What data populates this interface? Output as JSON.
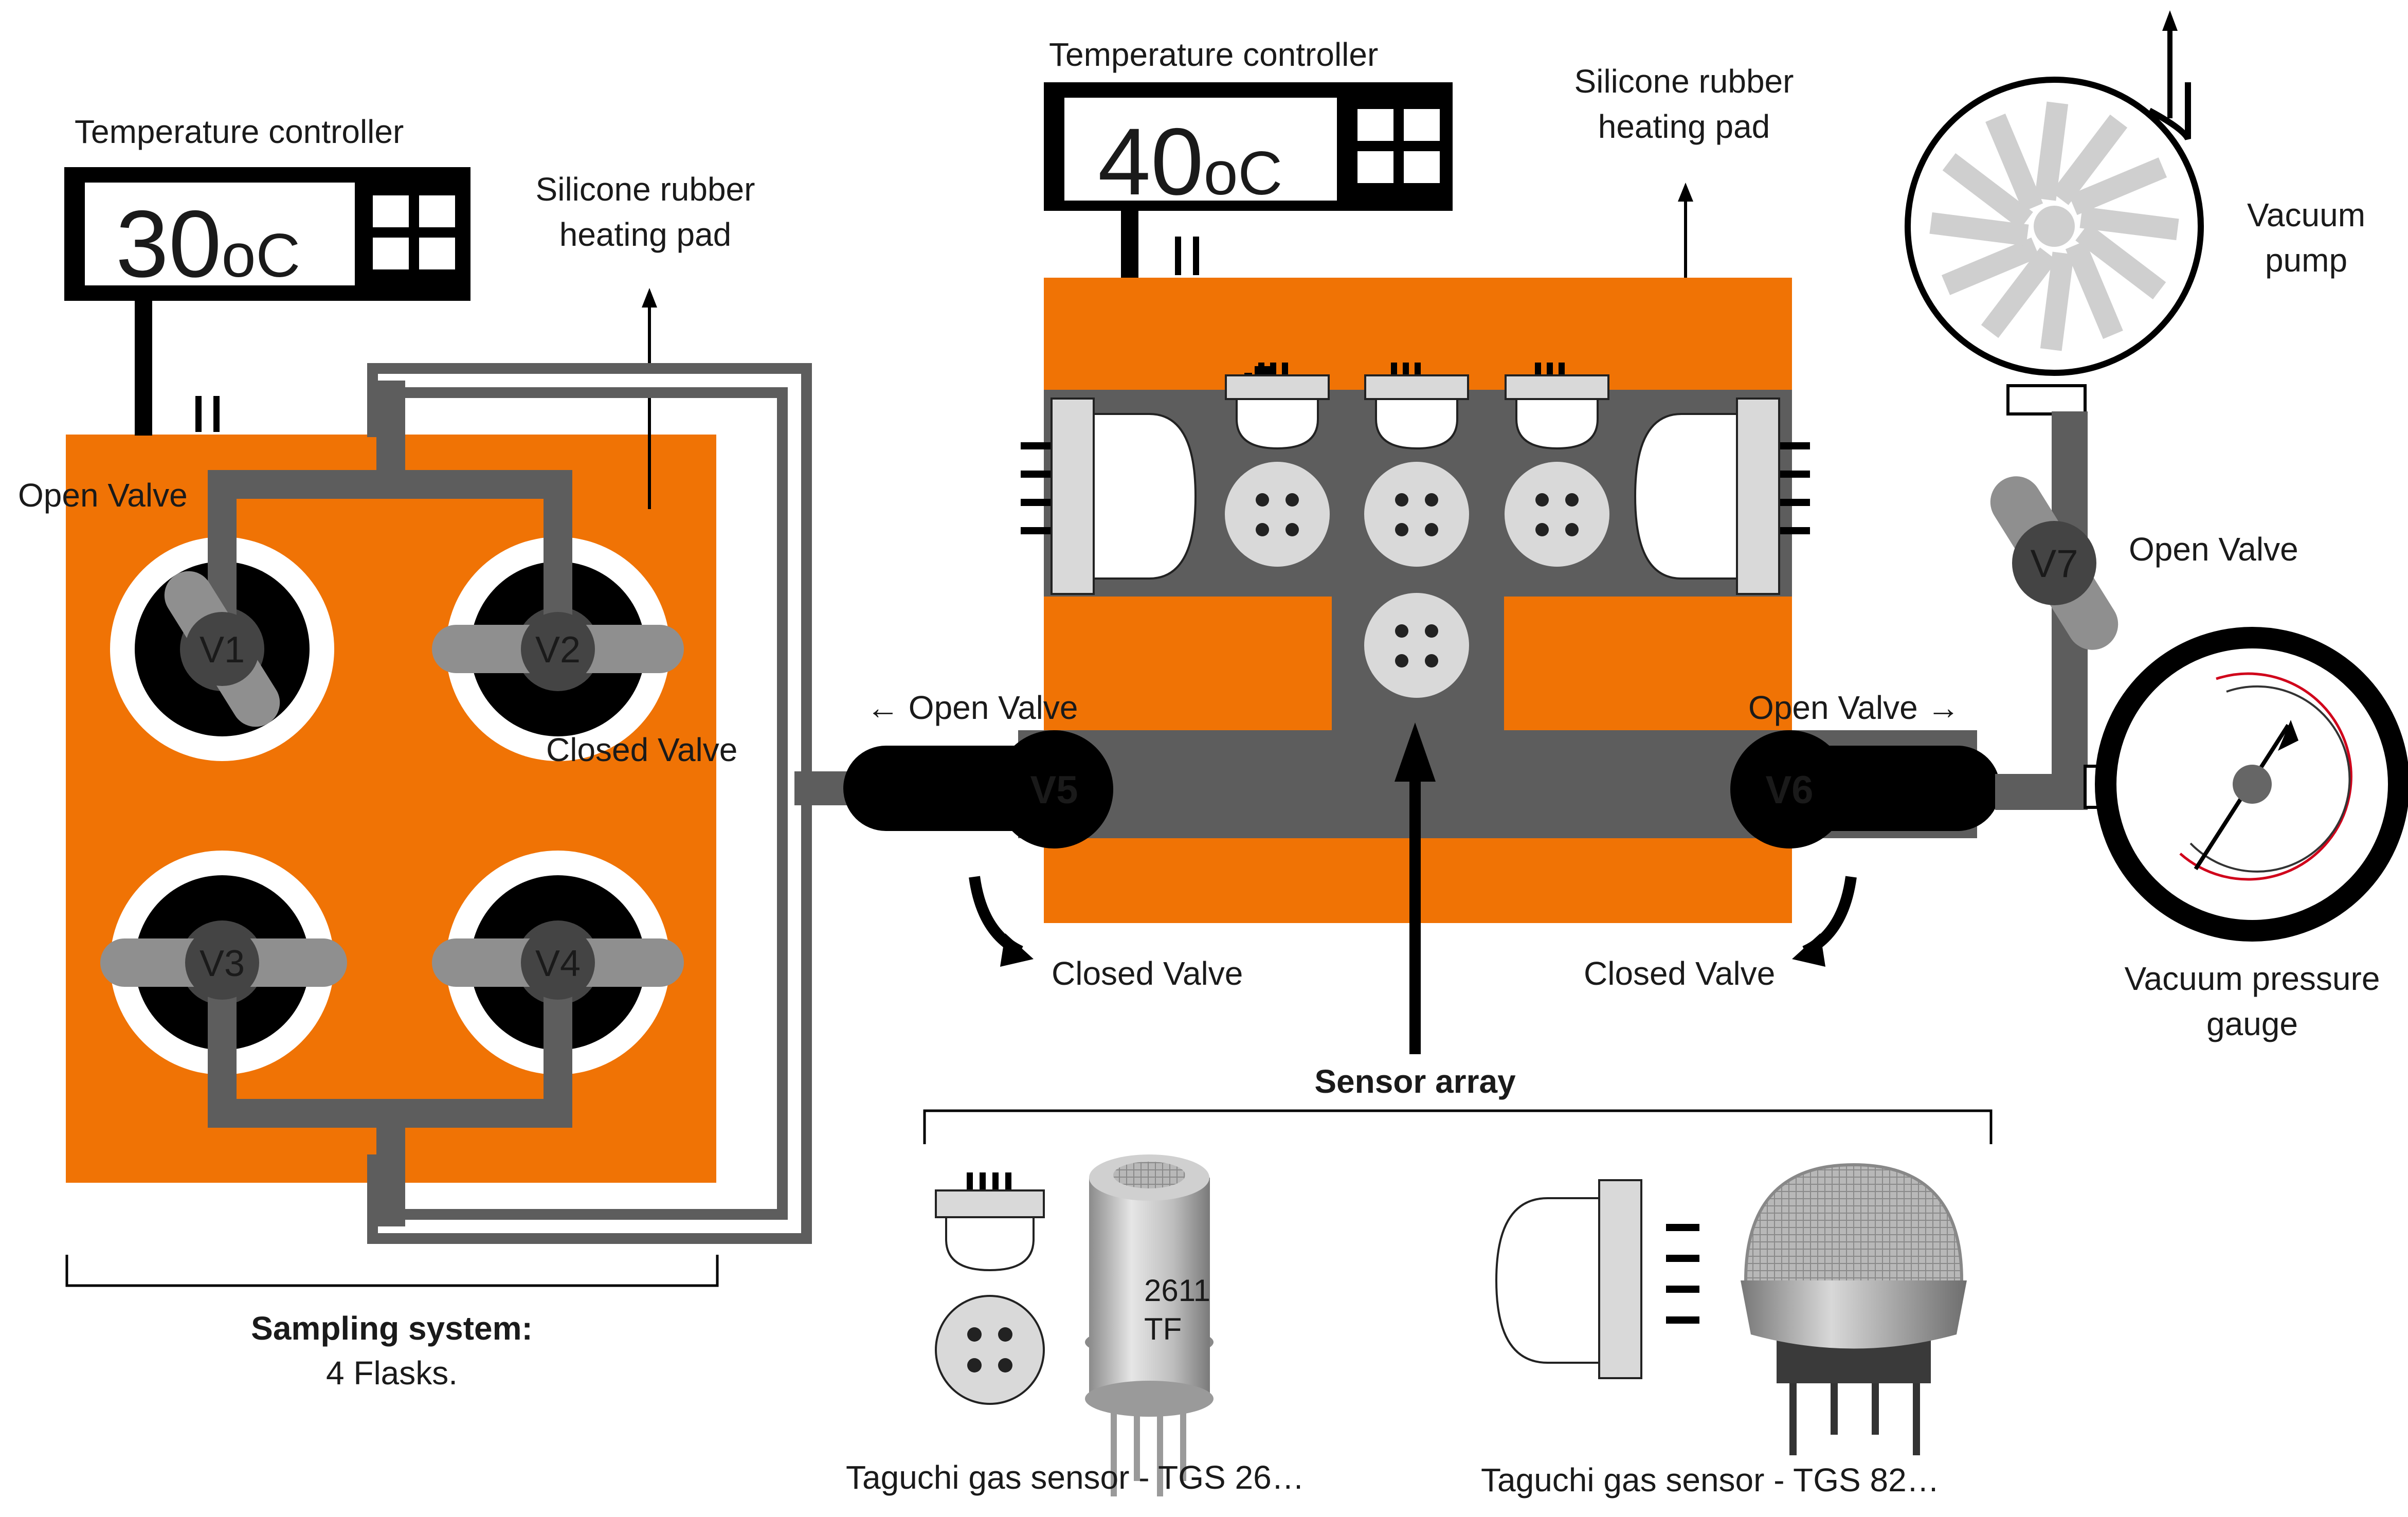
{
  "colors": {
    "heating_pad": "#f07305",
    "pipe": "#5d5d5d",
    "valve_handle": "#8f8f8f",
    "valve_body": "#444444",
    "black": "#000000",
    "sensor_grey": "#d9d9d9"
  },
  "left_unit": {
    "controller_label": "Temperature controller",
    "controller_temp": "30",
    "controller_unit": "oC",
    "pad_label_line1": "Silicone rubber",
    "pad_label_line2": "heating pad",
    "open_valve_label": "Open Valve",
    "closed_valve_label": "Closed Valve",
    "valves": [
      "V1",
      "V2",
      "V3",
      "V4"
    ],
    "caption_title": "Sampling system:",
    "caption_sub": "4 Flasks."
  },
  "center_unit": {
    "controller_label": "Temperature controller",
    "controller_temp": "40",
    "controller_unit": "oC",
    "pad_label_line1": "Silicone rubber",
    "pad_label_line2": "heating pad",
    "valve_left": "V5",
    "valve_right": "V6",
    "open_left_label": "← Open Valve",
    "open_right_label": "Open Valve →",
    "closed_left_label": "Closed Valve",
    "closed_right_label": "Closed Valve",
    "sensor_array_label": "Sensor array"
  },
  "right_unit": {
    "pump_label_line1": "Vacuum",
    "pump_label_line2": "pump",
    "valve": "V7",
    "open_valve_label": "Open Valve",
    "gauge_label_line1": "Vacuum pressure",
    "gauge_label_line2": "gauge"
  },
  "sensors": {
    "sensor1_label": "Taguchi gas sensor - TGS 26…",
    "sensor2_label": "Taguchi gas sensor - TGS 82…",
    "sensor1_marking1": "2611",
    "sensor1_marking2": "TF"
  }
}
